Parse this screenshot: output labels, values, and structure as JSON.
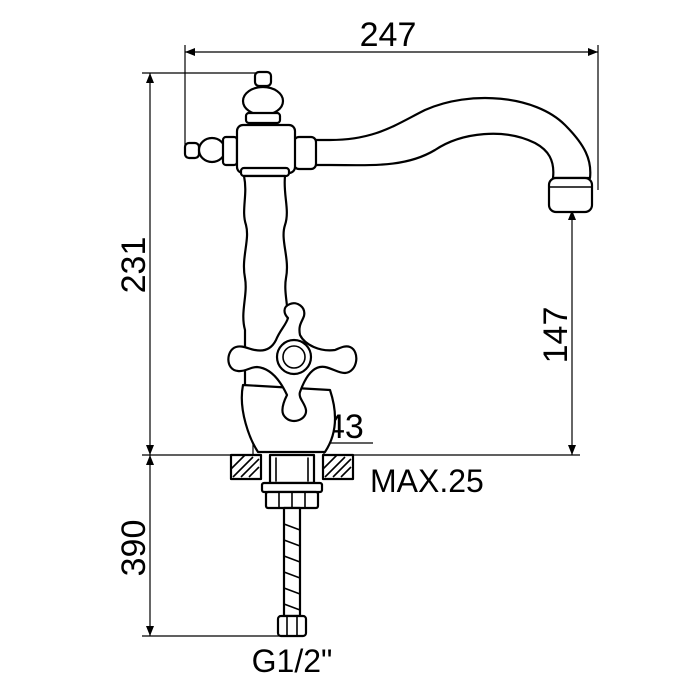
{
  "dimensions": {
    "overall_width": "247",
    "total_height": "231",
    "spout_height": "147",
    "base_diameter": "43",
    "hose_length": "390"
  },
  "notes": {
    "max_thickness": "MAX.25",
    "connection_thread": "G1/2\""
  },
  "icons": {
    "faucet": "kitchen-faucet-drawing",
    "handle": "cross-handle",
    "counter": "hatched-countertop",
    "hose": "flexible-hose"
  }
}
